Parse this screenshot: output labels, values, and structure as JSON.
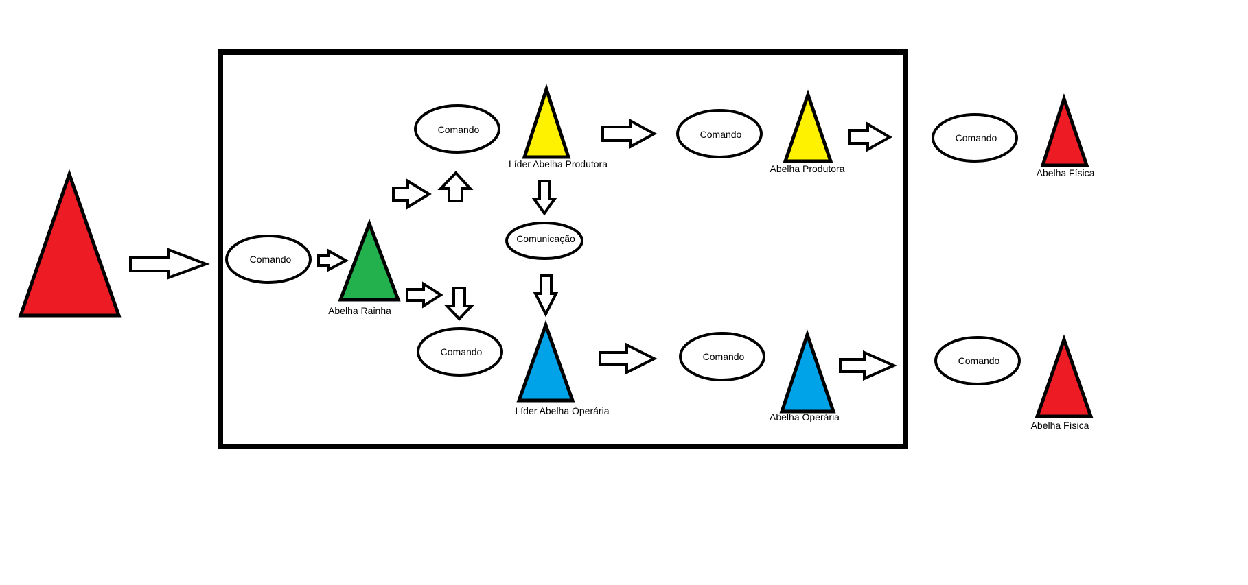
{
  "colors": {
    "red": "#ed1c24",
    "green": "#22b14c",
    "yellow": "#fff200",
    "blue": "#00a2e8",
    "outline": "#000000",
    "background": "#ffffff"
  },
  "nodes": {
    "comando_entry": "Comando",
    "abelha_rainha": "Abelha Rainha",
    "comando_upper_1": "Comando",
    "lider_produtora": "Líder Abelha Produtora",
    "comunicacao": "Comunicação",
    "comando_lower_1": "Comando",
    "lider_operaria": "Líder Abelha Operária",
    "comando_upper_2": "Comando",
    "abelha_produtora": "Abelha Produtora",
    "comando_lower_2": "Comando",
    "abelha_operaria": "Abelha Operária",
    "comando_upper_3": "Comando",
    "abelha_fisica_upper": "Abelha Física",
    "comando_lower_3": "Comando",
    "abelha_fisica_lower": "Abelha Física"
  }
}
